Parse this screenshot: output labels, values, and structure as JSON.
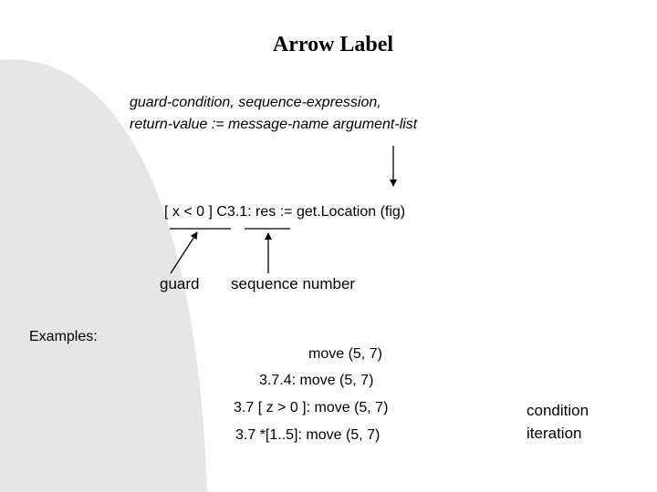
{
  "slide": {
    "title": "Arrow Label",
    "syntax_line1": "guard-condition,  sequence-expression,",
    "syntax_line2": "return-value := message-name argument-list",
    "example_label": "[ x < 0 ]  C3.1:  res := get.Location (fig)",
    "guard_label": "guard",
    "sequence_label": "sequence number",
    "examples_heading": "Examples:",
    "examples": [
      "move (5, 7)",
      "3.7.4:  move (5, 7)",
      "3.7 [ z > 0 ]: move (5, 7)",
      "3.7 *[1..5]: move (5, 7)"
    ],
    "notes": [
      "condition",
      "iteration"
    ],
    "colors": {
      "background_shape": "#e6e6e6",
      "guard_text": "#000000",
      "sequence_text": "#000000"
    }
  }
}
